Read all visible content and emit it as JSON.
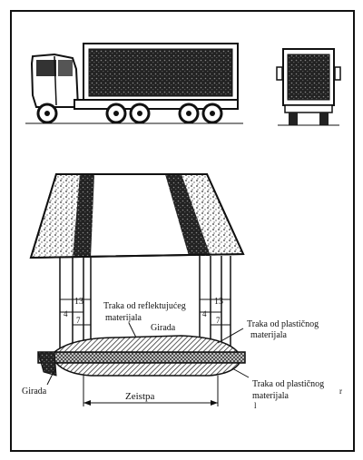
{
  "labels": {
    "top_reflective": "Traka od reflektujućeg",
    "top_reflective_2": "materijala",
    "girder_inner": "Girada",
    "right_plastic_upper": "Traka od plastičnog",
    "right_plastic_upper_2": "materijala",
    "girder_left": "Girada",
    "right_plastic_lower": "Traka od plastičnog",
    "right_plastic_lower_2": "materijala",
    "dim_bottom": "Zeistpa",
    "dim_13_left": "13",
    "dim_4_left": "4",
    "dim_7_left": "7",
    "dim_13_right": "13",
    "dim_4_right": "4",
    "dim_7_right": "7",
    "corner_mark": "r",
    "bottom_mark": "l"
  },
  "colors": {
    "ink": "#111111",
    "paper": "#ffffff",
    "dark_fill": "#1a1a1a",
    "hatch": "#444444"
  }
}
